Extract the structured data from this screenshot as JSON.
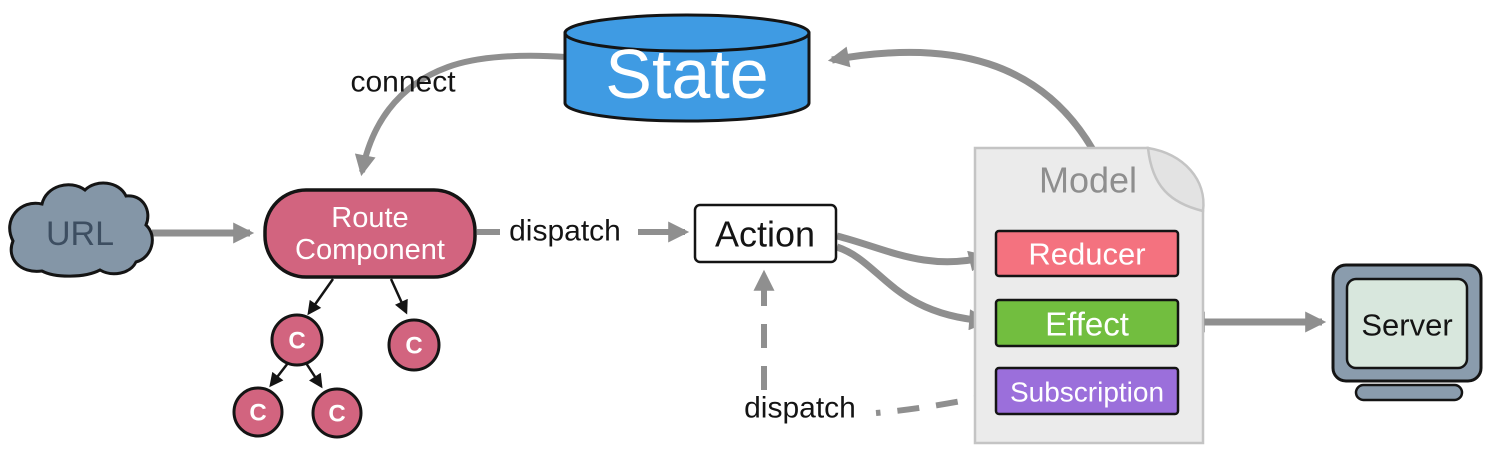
{
  "title": "Redux/dva data flow diagram",
  "nodes": {
    "state": "State",
    "url": "URL",
    "route_line1": "Route",
    "route_line2": "Component",
    "action": "Action",
    "model": "Model",
    "reducer": "Reducer",
    "effect": "Effect",
    "subscription": "Subscription",
    "server": "Server",
    "component_letter": "C"
  },
  "edges": {
    "connect": "connect",
    "dispatch_route_to_action": "dispatch",
    "dispatch_subscription_to_action": "dispatch"
  },
  "colors": {
    "arrow_gray": "#8f8f8f",
    "state_fill": "#3f9be3",
    "cloud_fill": "#8496a7",
    "cloud_text": "#3d4e61",
    "route_pink": "#d2647f",
    "component_pink": "#d2647f",
    "action_fill": "#ffffff",
    "model_fill": "#ebebeb",
    "model_fold_fill": "#e3e3e3",
    "model_stroke": "#c4c4c4",
    "model_text": "#8e8e8e",
    "reducer_fill": "#f4727f",
    "effect_fill": "#72be3f",
    "subscription_fill": "#9b6fdb",
    "server_frame": "#8a9cad",
    "server_screen": "#d8e7dd",
    "outline": "#141414",
    "text_white": "#ffffff"
  }
}
